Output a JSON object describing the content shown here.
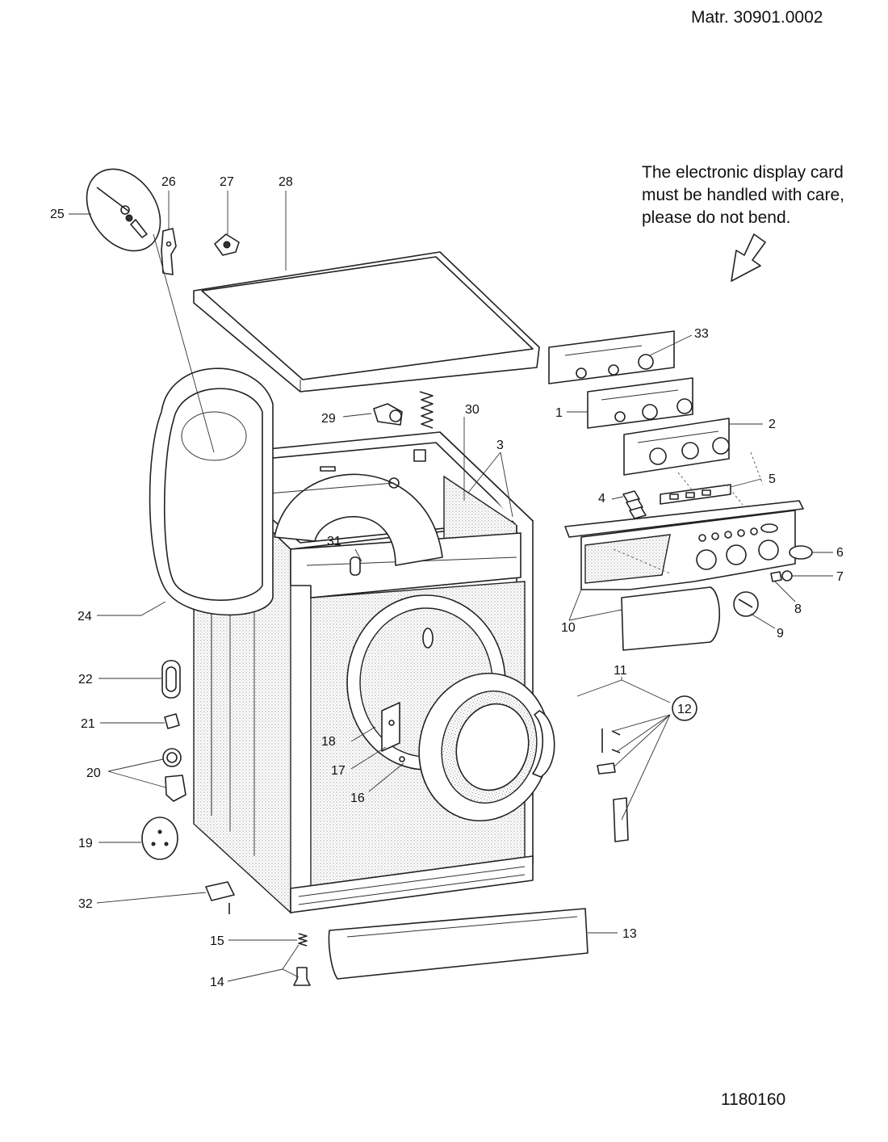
{
  "header": {
    "matr": "Matr. 30901.0002"
  },
  "note": {
    "lines": [
      "The electronic display card",
      "must be handled with care,",
      "please do not bend."
    ]
  },
  "footer": {
    "document_number": "1180160"
  },
  "callouts": {
    "n1": "1",
    "n2": "2",
    "n3": "3",
    "n4": "4",
    "n5": "5",
    "n6": "6",
    "n7": "7",
    "n8": "8",
    "n9": "9",
    "n10": "10",
    "n11": "11",
    "n12": "12",
    "n13": "13",
    "n14": "14",
    "n15": "15",
    "n16": "16",
    "n17": "17",
    "n18": "18",
    "n19": "19",
    "n20": "20",
    "n21": "21",
    "n22": "22",
    "n24": "24",
    "n25": "25",
    "n26": "26",
    "n27": "27",
    "n28": "28",
    "n29": "29",
    "n30": "30",
    "n31": "31",
    "n32": "32",
    "n33": "33"
  },
  "icons": {
    "note_arrow": "down-left-arrow-icon"
  },
  "colors": {
    "line": "#222222",
    "background": "#ffffff"
  }
}
